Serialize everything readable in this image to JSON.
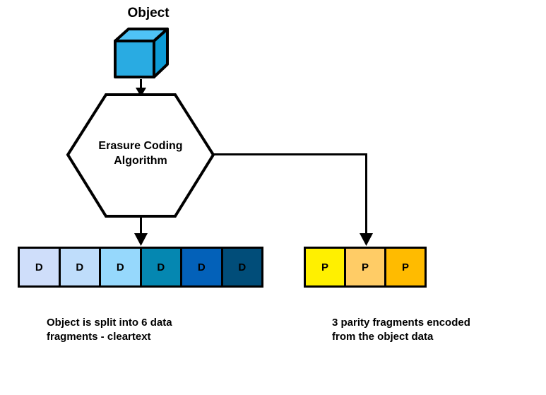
{
  "diagram": {
    "title": "Object",
    "process": {
      "name": "erasure-coding-algorithm",
      "line1": "Erasure Coding",
      "line2": "Algorithm"
    },
    "object_block": {
      "icon": "cube-icon",
      "front_color": "#29ABE2",
      "top_color": "#4FC3F7",
      "side_color": "#0C9BD6",
      "stroke": "#000000"
    },
    "data_row": {
      "name": "data-fragments",
      "count": 6,
      "fragments": [
        {
          "label": "D",
          "color": "#cfdefa"
        },
        {
          "label": "D",
          "color": "#bfddfb"
        },
        {
          "label": "D",
          "color": "#96d8fc"
        },
        {
          "label": "D",
          "color": "#0587b1"
        },
        {
          "label": "D",
          "color": "#0361b9"
        },
        {
          "label": "D",
          "color": "#014d79"
        }
      ],
      "caption_line1": "Object is split into 6 data",
      "caption_line2": "fragments - cleartext"
    },
    "parity_row": {
      "name": "parity-fragments",
      "count": 3,
      "fragments": [
        {
          "label": "P",
          "color": "#fff000"
        },
        {
          "label": "P",
          "color": "#ffcc66"
        },
        {
          "label": "P",
          "color": "#ffbb00"
        }
      ],
      "caption_line1": "3 parity fragments encoded",
      "caption_line2": "from the object data"
    },
    "connectors": [
      {
        "name": "object-to-algorithm-arrow",
        "from": "object",
        "to": "erasure-coding-algorithm"
      },
      {
        "name": "algorithm-to-data-arrow",
        "from": "erasure-coding-algorithm",
        "to": "data-fragments"
      },
      {
        "name": "algorithm-to-parity-arrow",
        "from": "erasure-coding-algorithm",
        "to": "parity-fragments"
      }
    ],
    "stroke_color": "#000000",
    "background": "#ffffff"
  }
}
